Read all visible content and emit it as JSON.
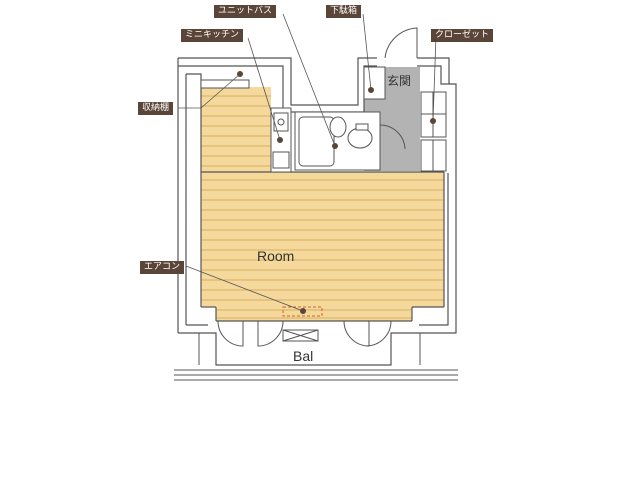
{
  "labels": {
    "unit_bath": "ユニットバス",
    "shoe_box": "下駄箱",
    "mini_kitchen": "ミニキッチン",
    "closet": "クローゼット",
    "storage": "収納棚",
    "air_conditioner": "エアコン"
  },
  "rooms": {
    "room": "Room",
    "entrance": "玄関",
    "balcony": "Bal"
  },
  "colors": {
    "floor_wood": "#f5d89c",
    "floor_line": "#d9ae63",
    "wall": "#555555",
    "entrance_floor": "#b3b3b3",
    "tag_bg": "#5b4539",
    "leader_dot": "#5b4539"
  }
}
